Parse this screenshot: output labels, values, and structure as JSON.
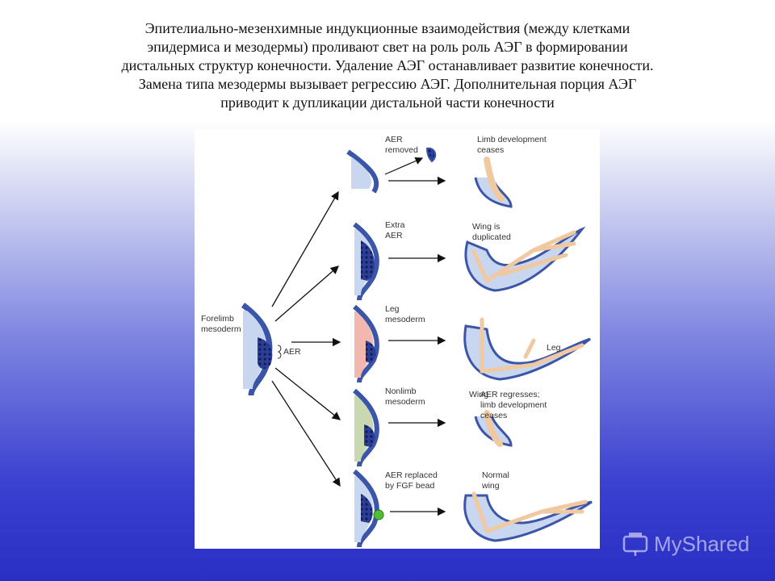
{
  "slide": {
    "text_lines": [
      "Эпителиально-мезенхимные индукционные взаимодействия (между клетками",
      "эпидермиса и мезодермы) проливают свет на роль роль АЭГ в формировании",
      "дистальных структур конечности. Удаление АЭГ останавливает развитие конечности.",
      "Замена типа мезодермы вызывает регрессию АЭГ. Дополнительная порция АЭГ",
      "приводит к дупликации дистальной части конечности"
    ]
  },
  "diagram": {
    "source": {
      "label_line1": "Forelimb",
      "label_line2": "mesoderm",
      "aer_label": "AER"
    },
    "rows": [
      {
        "condition_line1": "AER",
        "condition_line2": "removed",
        "result_line1": "Limb development",
        "result_line2": "ceases",
        "result_line3": ""
      },
      {
        "condition_line1": "Extra",
        "condition_line2": "AER",
        "result_line1": "Wing is",
        "result_line2": "duplicated",
        "result_line3": ""
      },
      {
        "condition_line1": "Leg",
        "condition_line2": "mesoderm",
        "result_line1": "Leg",
        "result_line2": "Wing",
        "result_line3": ""
      },
      {
        "condition_line1": "Nonlimb",
        "condition_line2": "mesoderm",
        "result_line1": "AER regresses;",
        "result_line2": "limb development",
        "result_line3": "ceases"
      },
      {
        "condition_line1": "AER replaced",
        "condition_line2": "by FGF bead",
        "result_line1": "Normal",
        "result_line2": "wing",
        "result_line3": ""
      }
    ],
    "colors": {
      "ectoderm": "#3b55a8",
      "mesoderm_fill": "#c9d6ef",
      "aer_cells": "#1a2a7a",
      "leg_mesoderm": "#f2b8b0",
      "nonlimb_mesoderm": "#c9d8b0",
      "bone": "#f0c9a0",
      "fgf_bead": "#4fbf3a"
    }
  },
  "watermark": {
    "text": "MyShared",
    "icon": "projector-icon"
  }
}
